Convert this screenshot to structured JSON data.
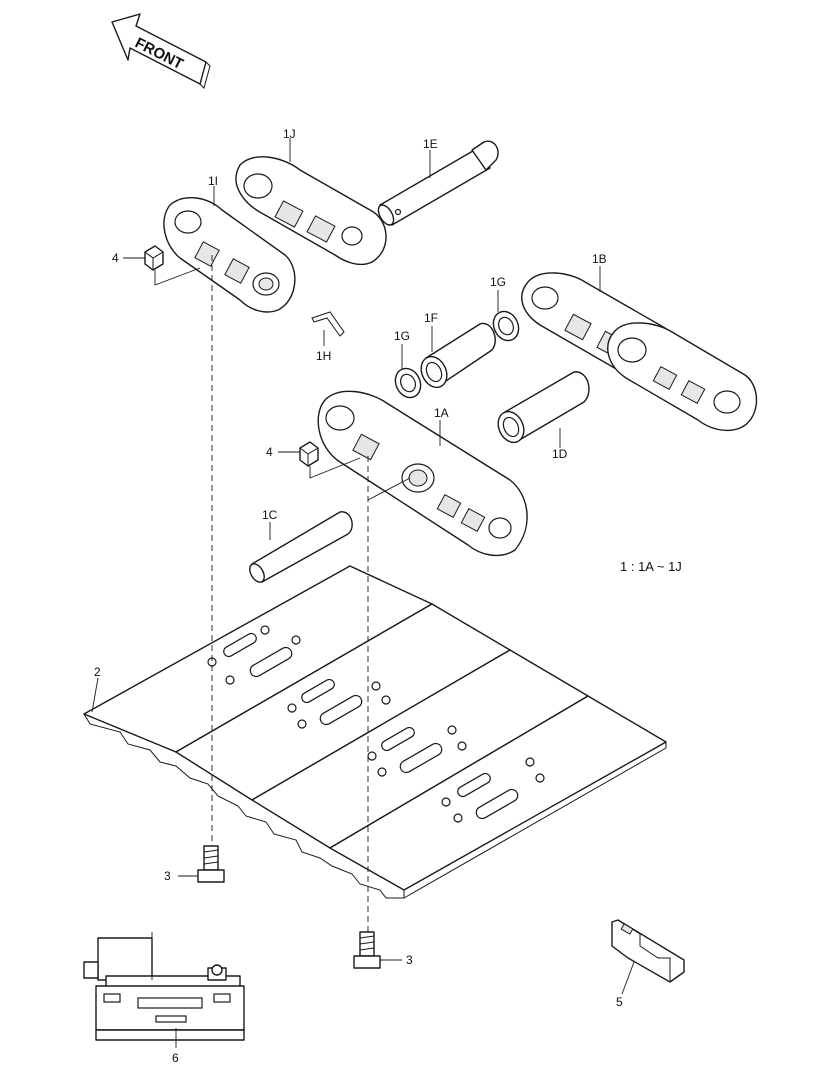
{
  "front_arrow": {
    "label": "FRONT"
  },
  "labels": {
    "l1J": "1J",
    "l1E": "1E",
    "l1I": "1I",
    "l4a": "4",
    "l1H": "1H",
    "l1B": "1B",
    "l1Ga": "1G",
    "l1F": "1F",
    "l1Gb": "1G",
    "l1A": "1A",
    "l4b": "4",
    "l1D": "1D",
    "l1C": "1C",
    "l2": "2",
    "l3a": "3",
    "l3b": "3",
    "l5": "5",
    "l6": "6"
  },
  "assembly_note": "1 : 1A ~ 1J"
}
